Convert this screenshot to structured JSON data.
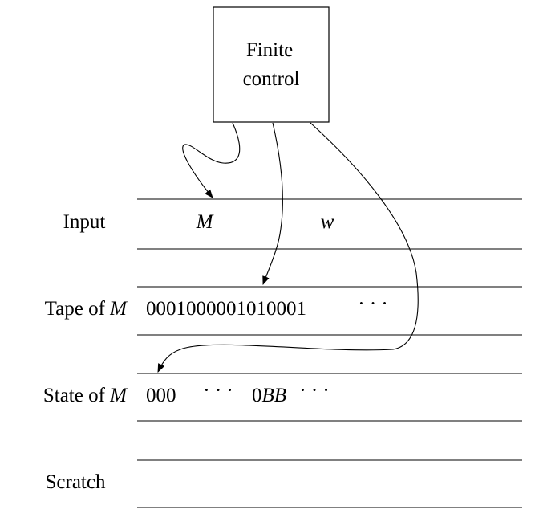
{
  "finite_control": {
    "line1": "Finite",
    "line2": "control"
  },
  "tapes": [
    {
      "label": "Input",
      "label_var": "",
      "contents": [
        "M",
        "w"
      ]
    },
    {
      "label": "Tape of ",
      "label_var": "M",
      "content": "0001000001010001",
      "dots": "· · ·"
    },
    {
      "label": "State of ",
      "label_var": "M",
      "content_start": "000",
      "dots1": "· · ·",
      "content_mid": "0",
      "content_var": "BB",
      "dots2": "· · ·"
    },
    {
      "label": "Scratch",
      "label_var": ""
    }
  ]
}
